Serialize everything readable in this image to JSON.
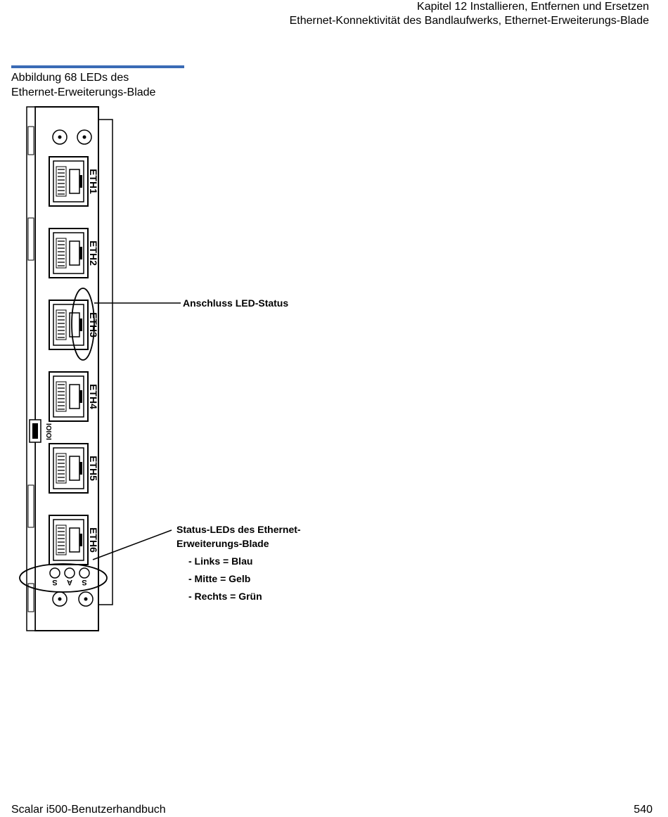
{
  "header": {
    "chapter": "Kapitel 12  Installieren, Entfernen und Ersetzen",
    "section": "Ethernet-Konnektivität des Bandlaufwerks, Ethernet-Erweiterungs-Blade"
  },
  "figure": {
    "caption_line1": "Abbildung 68  LEDs des",
    "caption_line2": "Ethernet-Erweiterungs-Blade",
    "ports": [
      "ETH1",
      "ETH2",
      "ETH3",
      "ETH4",
      "ETH5",
      "ETH6"
    ],
    "led_letters": [
      "S",
      "A",
      "S"
    ],
    "callout_port_led": "Anschluss LED-Status",
    "callout_status_line1": "Status-LEDs des Ethernet-",
    "callout_status_line2": "Erweiterungs-Blade",
    "legend_left": "- Links = Blau",
    "legend_middle": "- Mitte = Gelb",
    "legend_right": "- Rechts = Grün"
  },
  "footer": {
    "manual": "Scalar i500-Benutzerhandbuch",
    "page_number": "540"
  }
}
